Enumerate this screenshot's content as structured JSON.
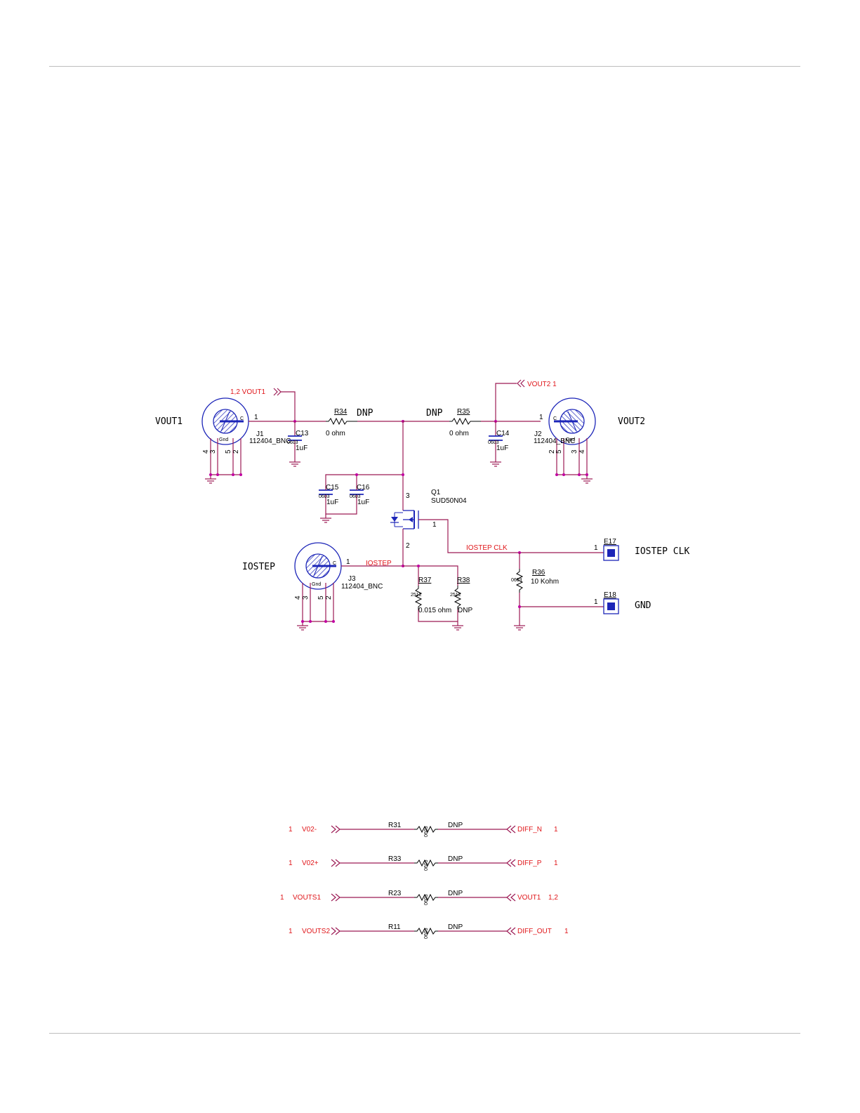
{
  "connectors": {
    "vout1": {
      "name": "VOUT1",
      "ref": "J1",
      "part": "112404_BNC",
      "pin": "1",
      "gnd_label": "Gnd",
      "c": "C",
      "pins": [
        "4",
        "3",
        "5",
        "2"
      ]
    },
    "vout2": {
      "name": "VOUT2",
      "ref": "J2",
      "part": "112404_BNC",
      "pin": "1",
      "gnd_label": "Gnd",
      "c": "C",
      "pins": [
        "2",
        "5",
        "3",
        "4"
      ]
    },
    "iostep": {
      "name": "IOSTEP",
      "ref": "J3",
      "part": "112404_BNC",
      "pin": "1",
      "gnd_label": "Gnd",
      "c": "C",
      "pins": [
        "4",
        "3",
        "5",
        "2"
      ]
    }
  },
  "offpage": {
    "vout1_in": "1,2   VOUT1",
    "vout2_in": "VOUT2    1"
  },
  "resistors": {
    "r34": {
      "ref": "R34",
      "value": "0 ohm",
      "dnp": "DNP"
    },
    "r35": {
      "ref": "R35",
      "value": "0 ohm",
      "dnp": "DNP"
    },
    "r36": {
      "ref": "R36",
      "value": "10 Kohm",
      "pkg": "0603"
    },
    "r37": {
      "ref": "R37",
      "value": "0.015 ohm",
      "pkg": "2512"
    },
    "r38": {
      "ref": "R38",
      "value": "DNP",
      "pkg": "2512"
    }
  },
  "capacitors": {
    "c13": {
      "ref": "C13",
      "value": "1uF",
      "pkg": "0603"
    },
    "c14": {
      "ref": "C14",
      "value": "1uF",
      "pkg": "0603"
    },
    "c15": {
      "ref": "C15",
      "value": "1uF",
      "pkg": "0603"
    },
    "c16": {
      "ref": "C16",
      "value": "1uF",
      "pkg": "0603"
    }
  },
  "mosfet": {
    "ref": "Q1",
    "part": "SUD50N04",
    "pins": [
      "3",
      "1",
      "2"
    ]
  },
  "nets": {
    "iostep": "IOSTEP",
    "iostep_clk": "IOSTEP CLK"
  },
  "test_points": {
    "e17": {
      "ref": "E17",
      "pin": "1",
      "label": "IOSTEP CLK"
    },
    "e18": {
      "ref": "E18",
      "pin": "1",
      "label": "GND"
    }
  },
  "bottom_rows": [
    {
      "left_pin": "1",
      "left_net": "V02-",
      "ref": "R31",
      "pkg": "0603",
      "dnp": "DNP",
      "right_net": "DIFF_N",
      "right_pin": "1"
    },
    {
      "left_pin": "1",
      "left_net": "V02+",
      "ref": "R33",
      "pkg": "0603",
      "dnp": "DNP",
      "right_net": "DIFF_P",
      "right_pin": "1"
    },
    {
      "left_pin": "1",
      "left_net": "VOUTS1",
      "ref": "R23",
      "pkg": "0603",
      "dnp": "DNP",
      "right_net": "VOUT1",
      "right_pin": "1,2"
    },
    {
      "left_pin": "1",
      "left_net": "VOUTS2",
      "ref": "R11",
      "pkg": "0603",
      "dnp": "DNP",
      "right_net": "DIFF_OUT",
      "right_pin": "1"
    }
  ]
}
